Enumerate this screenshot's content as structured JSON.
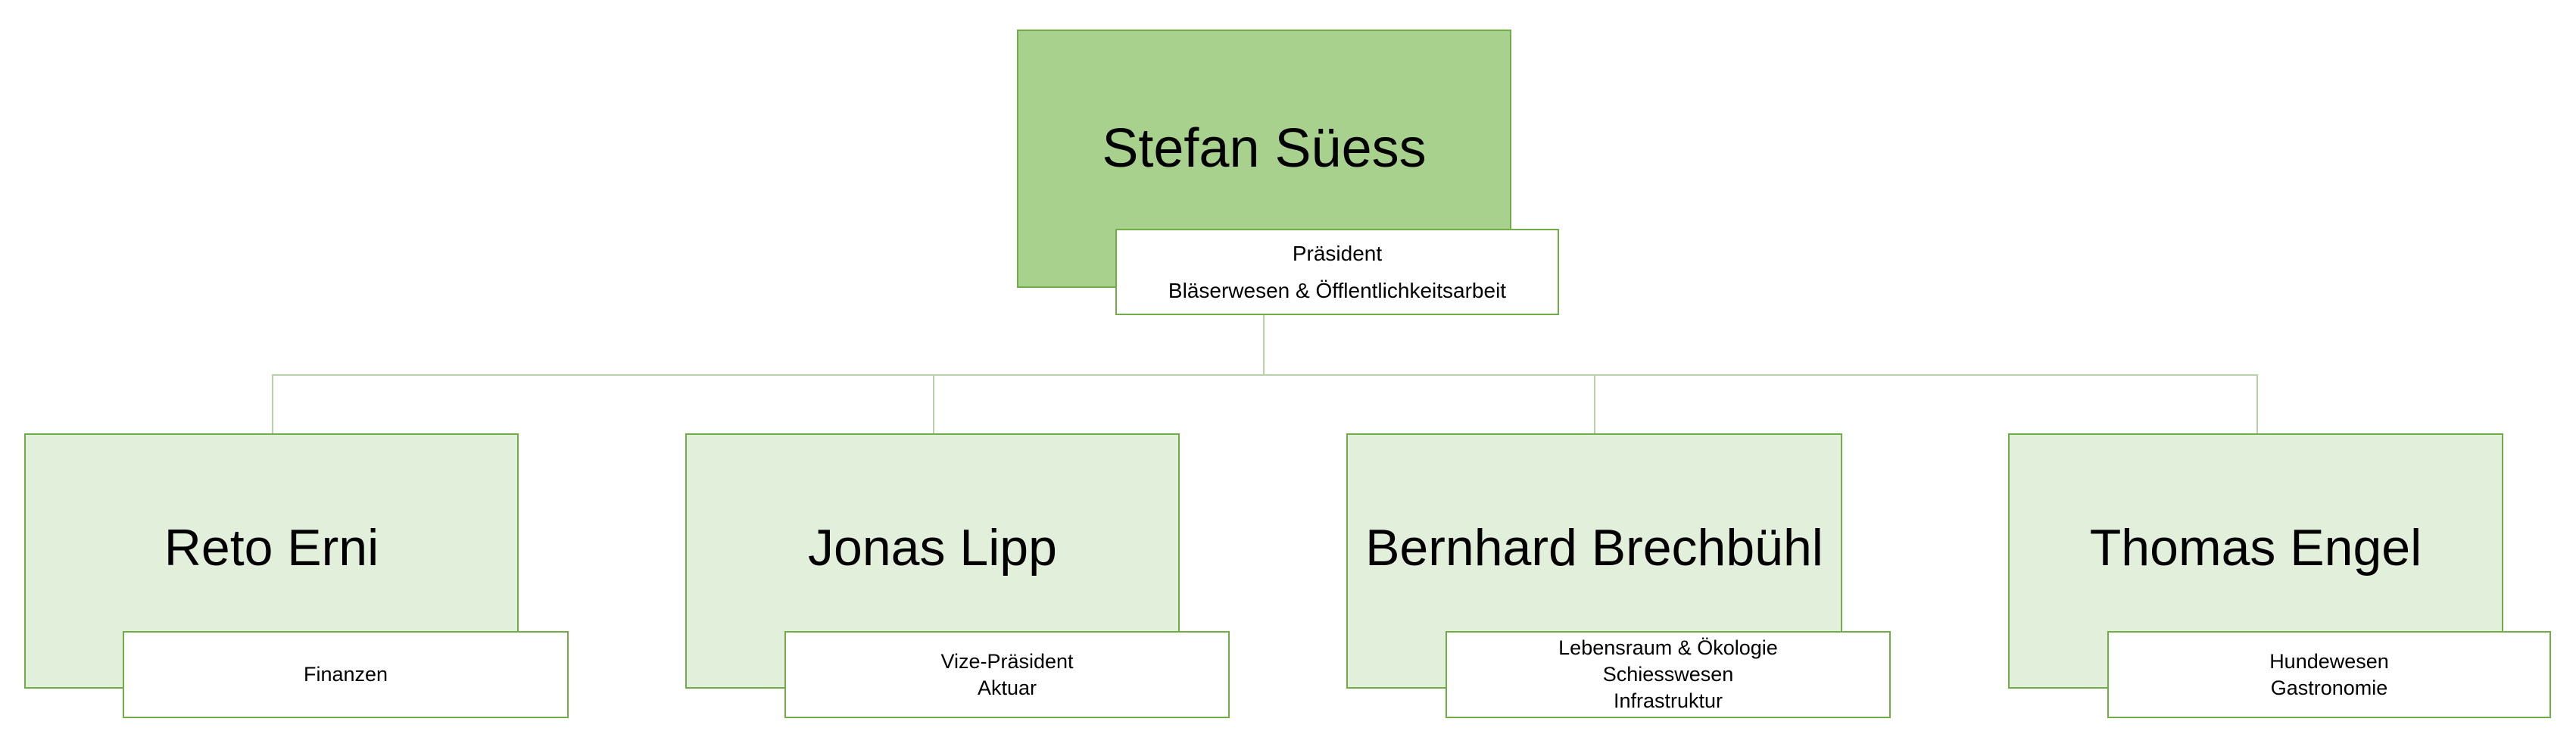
{
  "diagram": {
    "type": "org-chart",
    "root": {
      "name": "Stefan Süess",
      "roles": [
        "Präsident",
        "Bläserwesen & Öfflentlichkeitsarbeit"
      ]
    },
    "members": [
      {
        "name": "Reto Erni",
        "roles": [
          "Finanzen"
        ]
      },
      {
        "name": "Jonas Lipp",
        "roles": [
          "Vize-Präsident",
          "Aktuar"
        ]
      },
      {
        "name": "Bernhard Brechbühl",
        "roles": [
          "Lebensraum & Ökologie",
          "Schiesswesen",
          "Infrastruktur"
        ]
      },
      {
        "name": "Thomas Engel",
        "roles": [
          "Hundewesen",
          "Gastronomie"
        ]
      }
    ],
    "colors": {
      "root_fill": "#a9d18e",
      "member_fill": "#e2efda",
      "border": "#70ad47",
      "connector": "#b9d0a9",
      "role_fill": "#ffffff"
    }
  }
}
